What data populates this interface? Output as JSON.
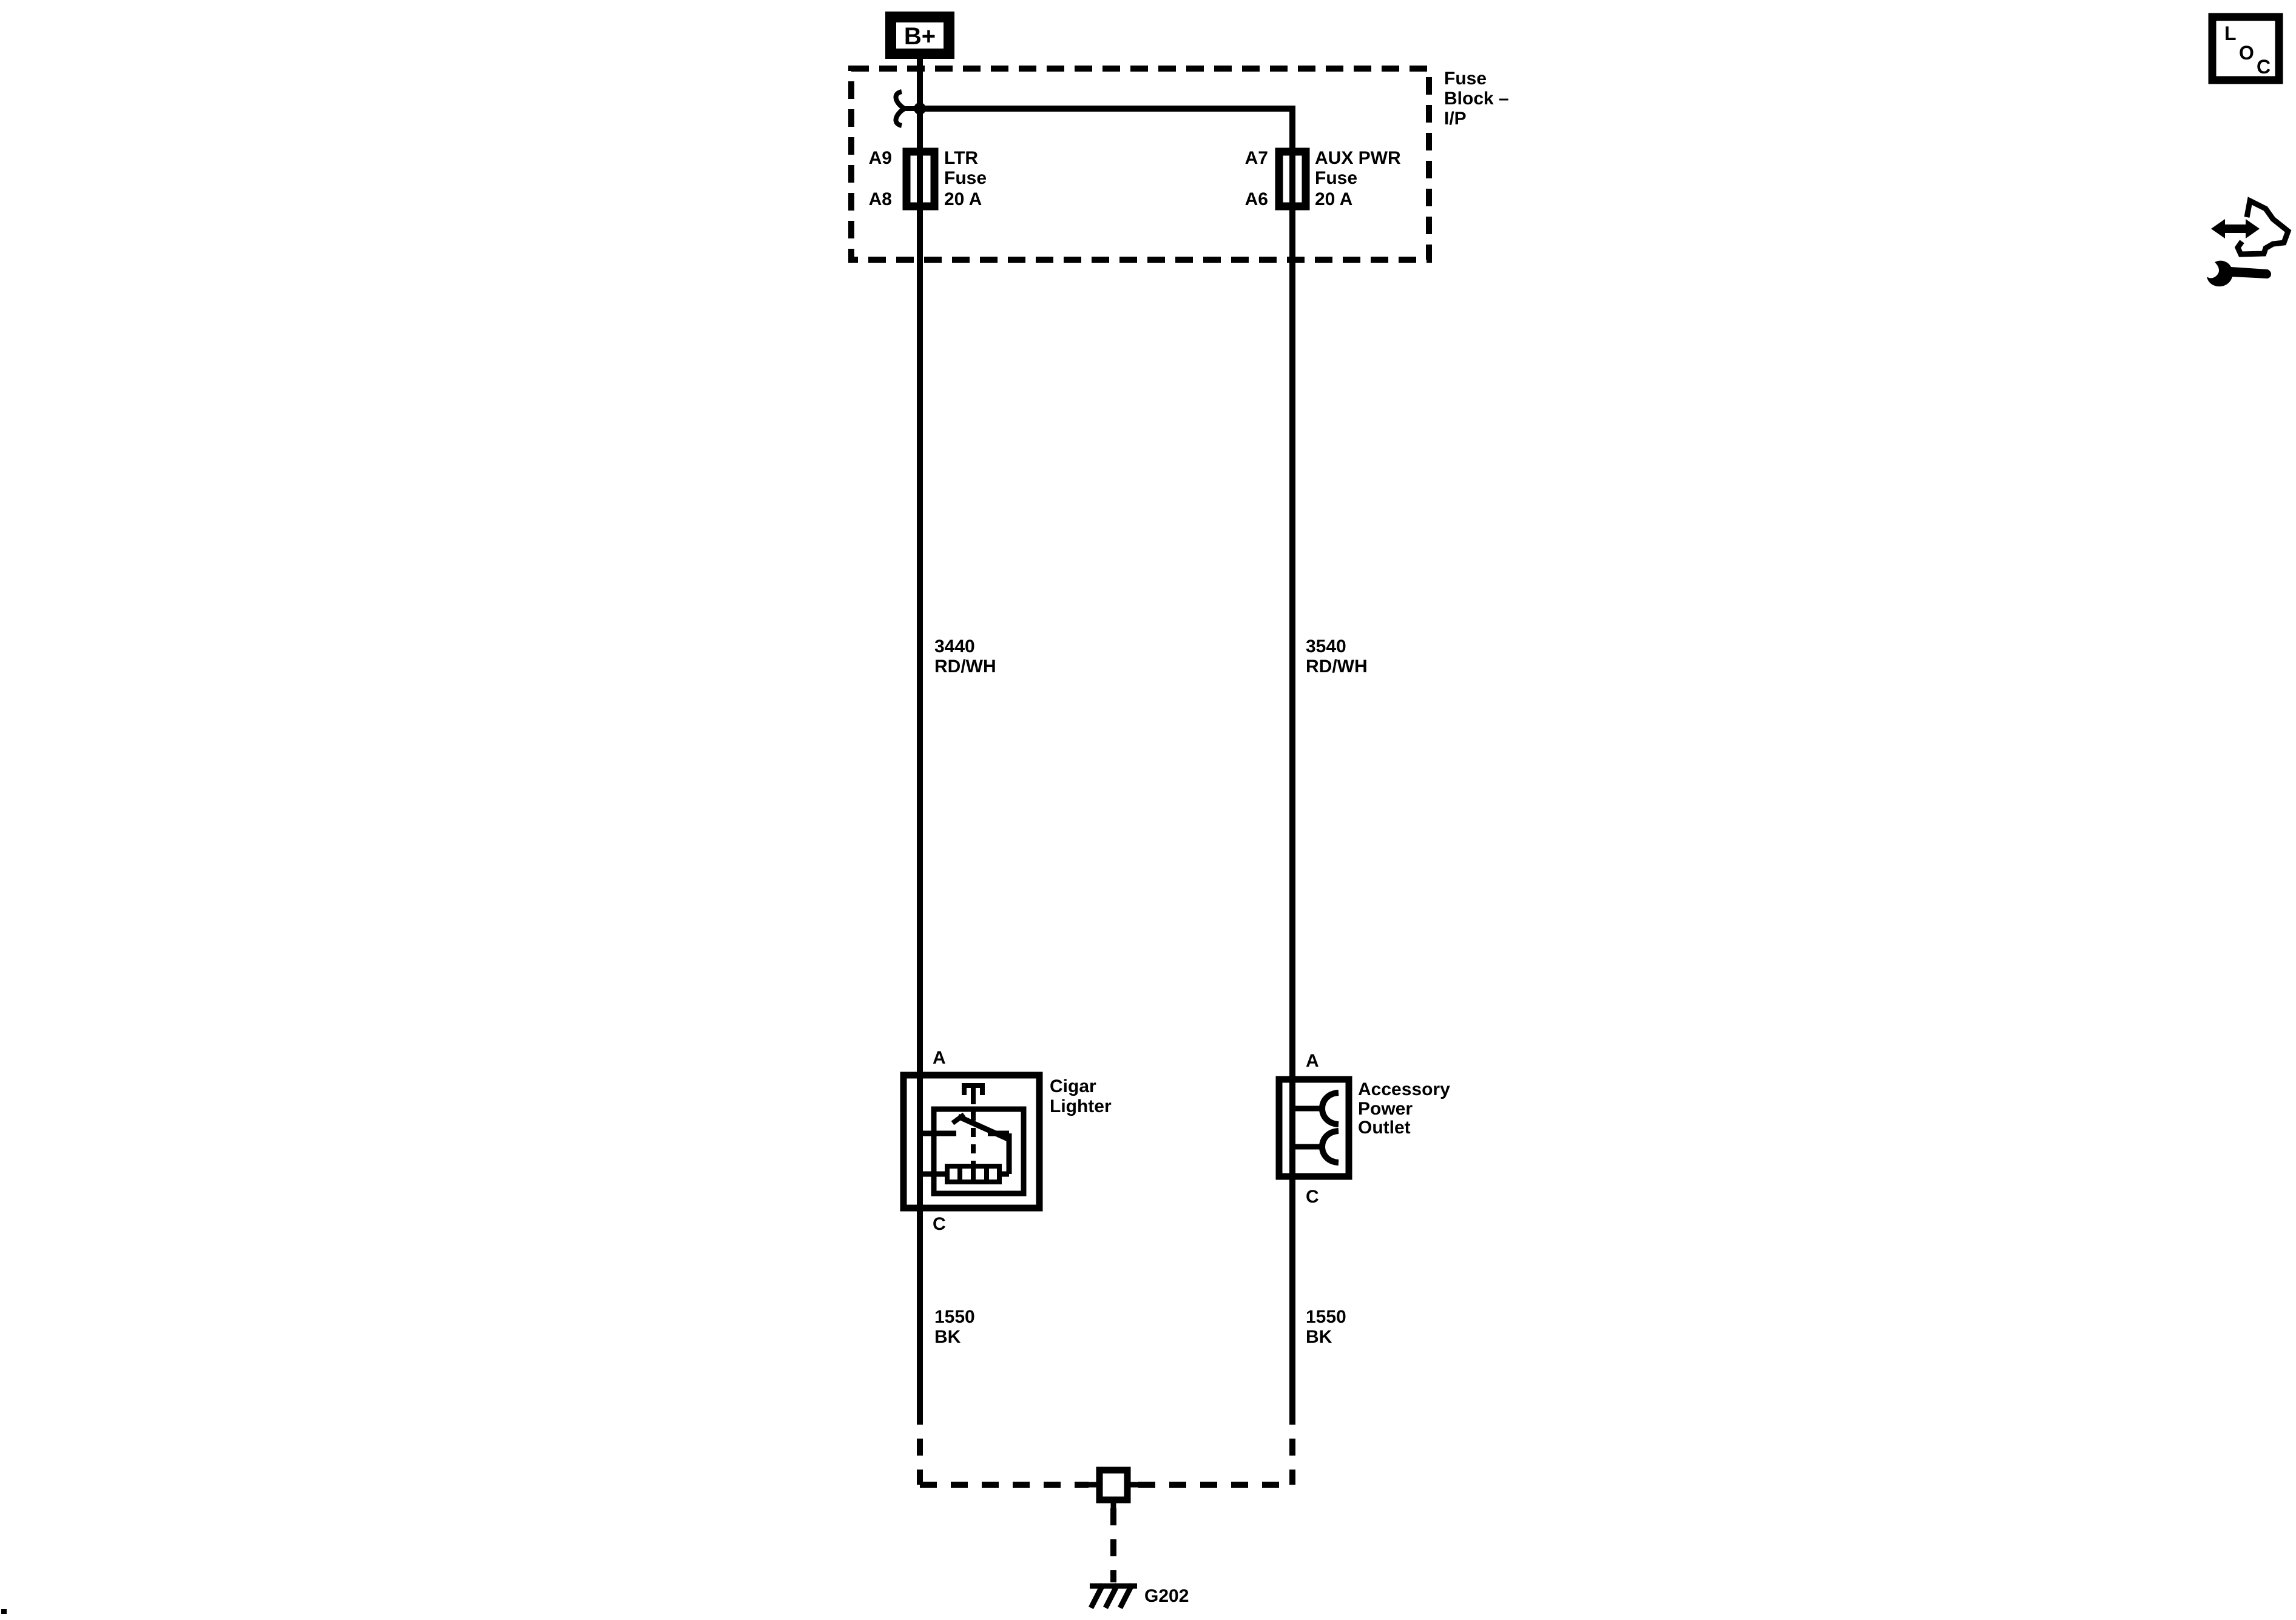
{
  "colors": {
    "ink": "#000000",
    "paper": "#ffffff"
  },
  "power_feed": {
    "label": "B+"
  },
  "fuse_block": {
    "name_lines": [
      "Fuse",
      "Block –",
      "I/P"
    ],
    "ltr_fuse": {
      "pin_top": "A9",
      "pin_bottom": "A8",
      "name": "LTR",
      "kind": "Fuse",
      "rating": "20 A"
    },
    "aux_pwr_fuse": {
      "pin_top": "A7",
      "pin_bottom": "A6",
      "name": "AUX PWR",
      "kind": "Fuse",
      "rating": "20 A"
    }
  },
  "wires": {
    "cigar_feed": {
      "circuit": "3440",
      "color": "RD/WH"
    },
    "outlet_feed": {
      "circuit": "3540",
      "color": "RD/WH"
    },
    "cigar_ground": {
      "circuit": "1550",
      "color": "BK"
    },
    "outlet_ground": {
      "circuit": "1550",
      "color": "BK"
    }
  },
  "cigar_lighter": {
    "pin_top": "A",
    "pin_bottom": "C",
    "name_lines": [
      "Cigar",
      "Lighter"
    ]
  },
  "accessory_outlet": {
    "pin_top": "A",
    "pin_bottom": "C",
    "name_lines": [
      "Accessory",
      "Power",
      "Outlet"
    ]
  },
  "ground": {
    "label": "G202"
  },
  "loc_icon": {
    "letters": [
      "L",
      "O",
      "C"
    ]
  }
}
